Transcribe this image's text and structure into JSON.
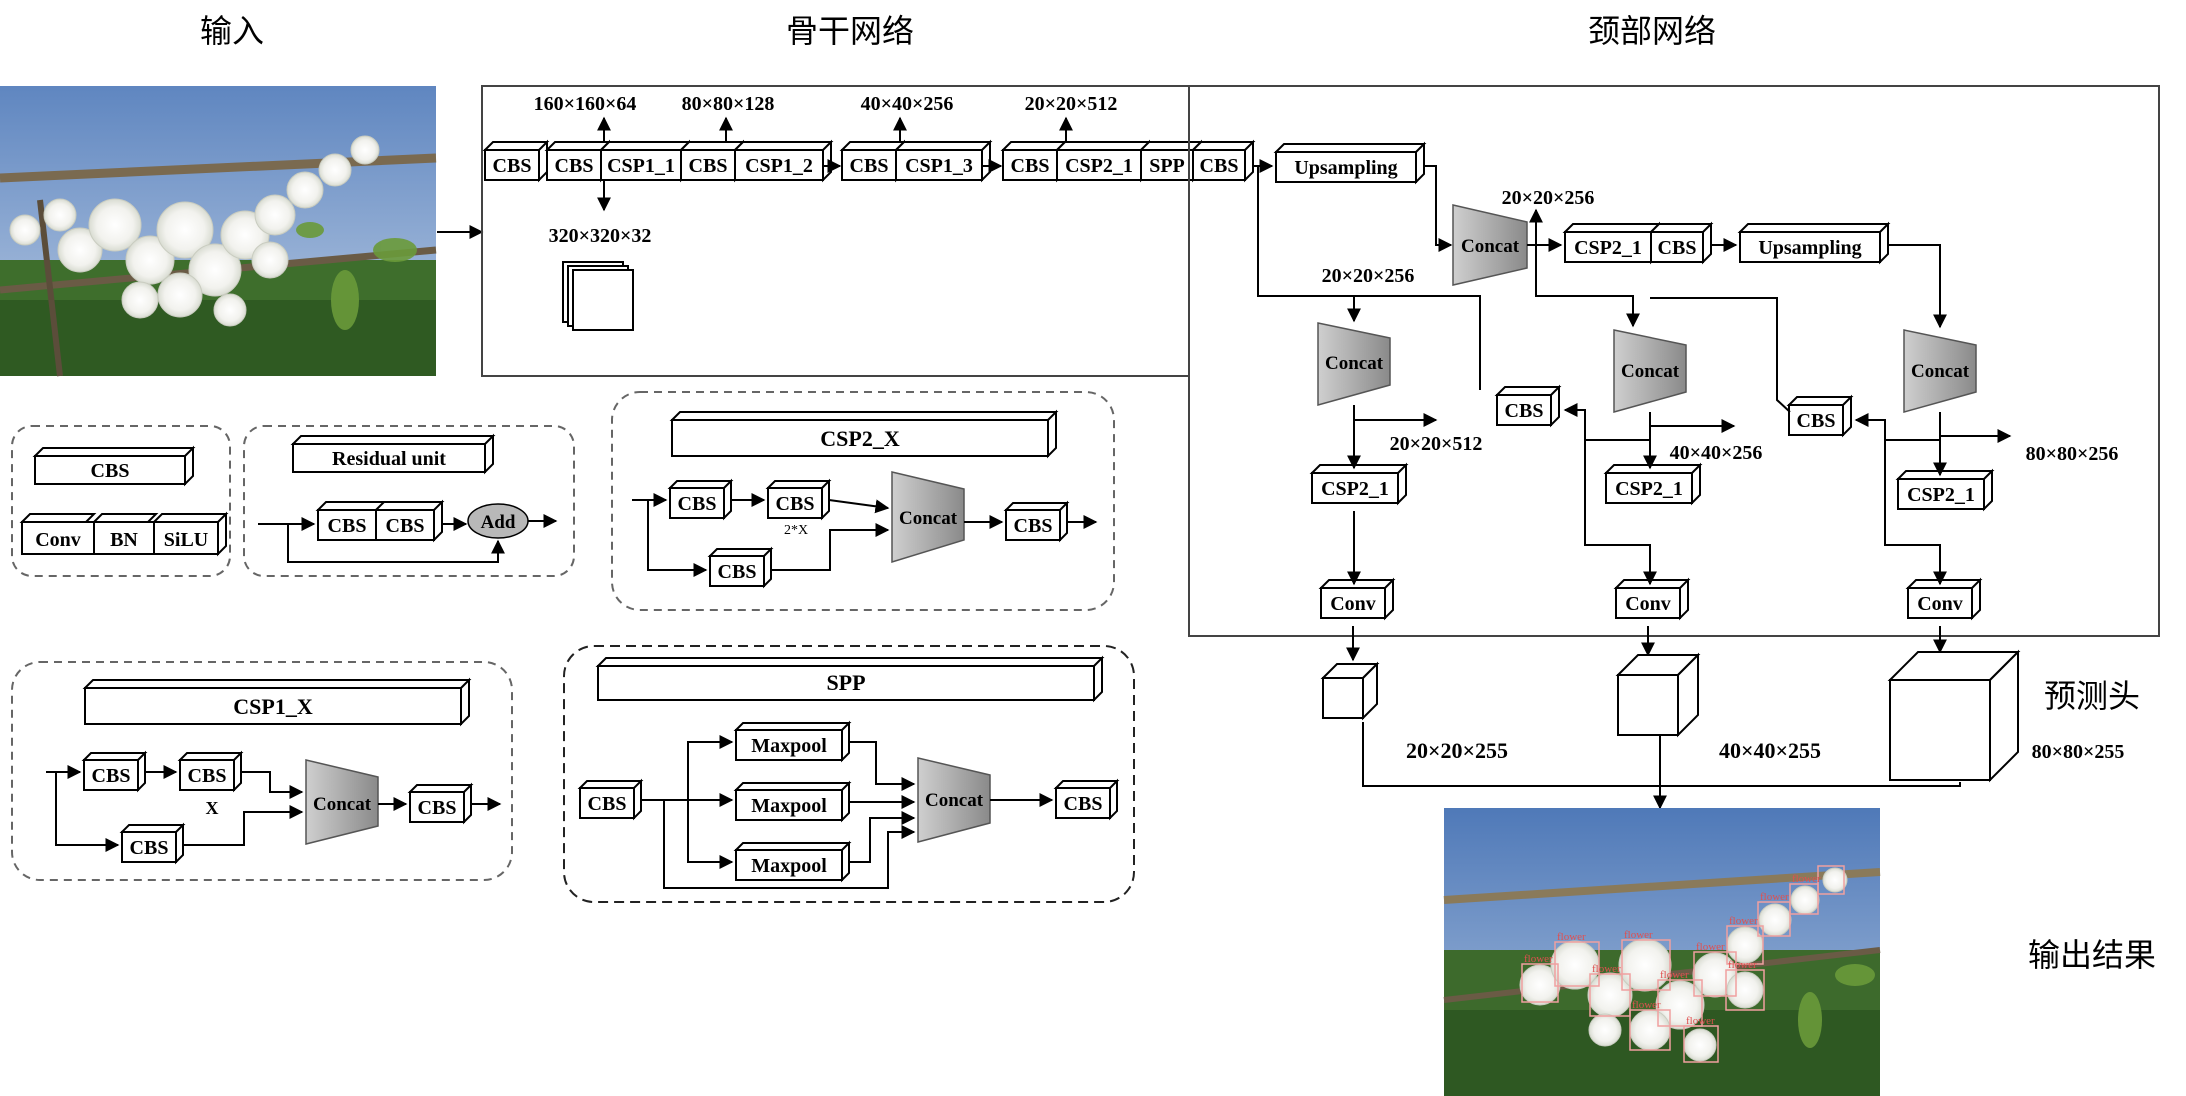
{
  "section_labels": {
    "input": "输入",
    "backbone": "骨干网络",
    "neck": "颈部网络",
    "head": "预测头",
    "output": "输出结果"
  },
  "blocks": {
    "cbs": "CBS",
    "conv": "Conv",
    "bn": "BN",
    "silu": "SiLU",
    "csp1_1": "CSP1_1",
    "csp1_2": "CSP1_2",
    "csp1_3": "CSP1_3",
    "csp2_1": "CSP2_1",
    "spp": "SPP",
    "upsampling": "Upsampling",
    "concat": "Concat",
    "residual_unit": "Residual unit",
    "add": "Add",
    "csp2_x": "CSP2_X",
    "csp1_x": "CSP1_X",
    "maxpool": "Maxpool"
  },
  "dims": {
    "d160": "160×160×64",
    "d80": "80×80×128",
    "d40": "40×40×256",
    "d20": "20×20×512",
    "d320": "320×320×32",
    "n20_256_a": "20×20×256",
    "n20_256_b": "20×20×256",
    "n20_512": "20×20×512",
    "n40_256": "40×40×256",
    "n80_256": "80×80×256",
    "h20": "20×20×255",
    "h40": "40×40×255",
    "h80": "80×80×255"
  },
  "repeat_labels": {
    "two_x": "2*X",
    "x": "X"
  },
  "detection_label": "flower",
  "colors": {
    "box_fill": "#ffffff",
    "stroke": "#000000",
    "trapezoid_fill": "#a8a8a8",
    "dashed_border": "#555555",
    "detection_box": "#f0a0a0",
    "sky": "#8aa4c8",
    "grass": "#3c6a2a"
  }
}
